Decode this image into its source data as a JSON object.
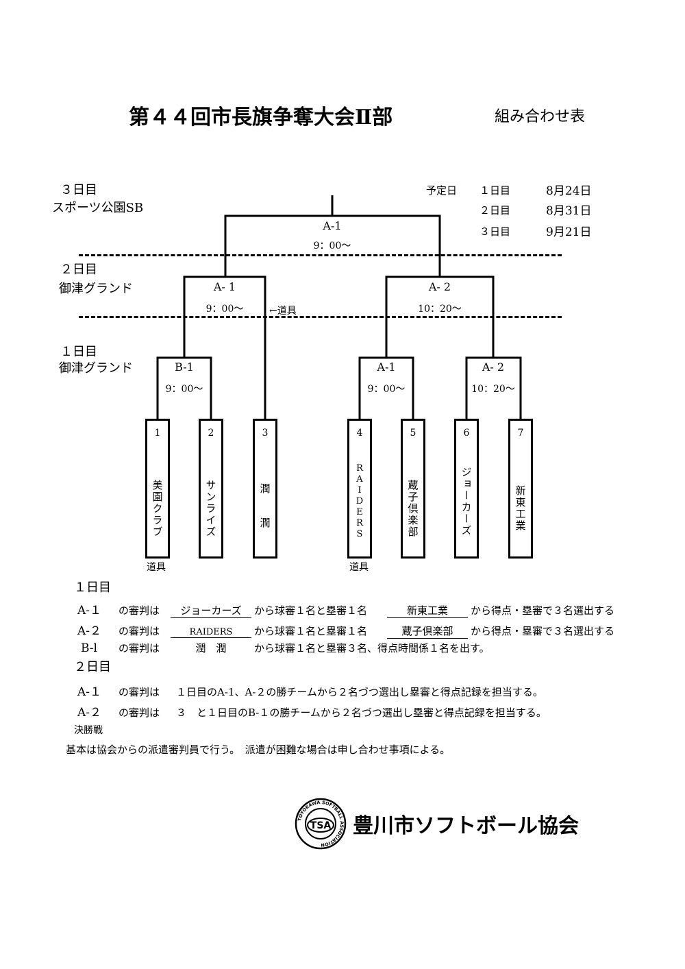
{
  "title": "第４４回市長旗争奪大会Ⅱ部",
  "subtitle": "組み合わせ表",
  "days": {
    "day3": {
      "label": "３日目",
      "venue": "スポーツ公園SB"
    },
    "day2": {
      "label": "２日目",
      "venue": "御津グランド"
    },
    "day1": {
      "label": "１日目",
      "venue": "御津グランド"
    }
  },
  "schedule": {
    "label": "予定日",
    "rows": [
      {
        "day": "１日目",
        "date": "8月24日"
      },
      {
        "day": "２日目",
        "date": "8月31日"
      },
      {
        "day": "３日目",
        "date": "9月21日"
      }
    ]
  },
  "matches": {
    "final": {
      "label": "A-1",
      "time": "9：00～"
    },
    "d2_a1": {
      "label": "A- 1",
      "time": "9：00～"
    },
    "d2_a2": {
      "label": "A- 2",
      "time": "10：20～"
    },
    "d1_b1": {
      "label": "B-1",
      "time": "9：00～"
    },
    "d1_a1": {
      "label": "A-1",
      "time": "9：00～"
    },
    "d1_a2": {
      "label": "A- 2",
      "time": "10：20～"
    }
  },
  "equipment_arrow": "←道具",
  "equipment": "道具",
  "teams": [
    {
      "num": "1",
      "name": "美園クラブ"
    },
    {
      "num": "2",
      "name": "サンライズ"
    },
    {
      "num": "3",
      "name": "潤　潤"
    },
    {
      "num": "4",
      "name": "RAIDERS"
    },
    {
      "num": "5",
      "name": "蔵子倶楽部"
    },
    {
      "num": "6",
      "name": "ジョーカーズ"
    },
    {
      "num": "7",
      "name": "新東工業"
    }
  ],
  "rules": {
    "day1_heading": "１日目",
    "day2_heading": "２日目",
    "final_heading": "決勝戦",
    "r1": {
      "match": "A-１",
      "p1": "の審判は",
      "t1": "ジョーカーズ",
      "p2": "から球審１名と塁審１名",
      "t2": "新東工業",
      "p3": "から得点・塁審で３名選出する"
    },
    "r2": {
      "match": "A-２",
      "p1": "の審判は",
      "t1": "RAIDERS",
      "p2": "から球審１名と塁審１名",
      "t2": "蔵子倶楽部",
      "p3": "から得点・塁審で３名選出する"
    },
    "r3": {
      "match": "B-l",
      "p1": "の審判は",
      "t1": "潤　潤",
      "p2": "から球審１名と塁審３名、得点時間係１名を出す。"
    },
    "r4": {
      "match": "A-１",
      "p1": "の審判は",
      "text": "１日目のA-1、A-２の勝チームから２名づつ選出し塁審と得点記録を担当する。"
    },
    "r5": {
      "match": "A-２",
      "p1": "の審判は",
      "text": "３　と１日目のB-１の勝チームから２名づつ選出し塁審と得点記録を担当する。"
    },
    "final_text": "基本は協会からの派遣審判員で行う。　派遣が困難な場合は申し合わせ事項による。"
  },
  "logo": {
    "org": "豊川市ソフトボール協会",
    "badge": "TSA",
    "ring_text": "TOYOKAWA SOFTBALL ASSOCIATION"
  }
}
